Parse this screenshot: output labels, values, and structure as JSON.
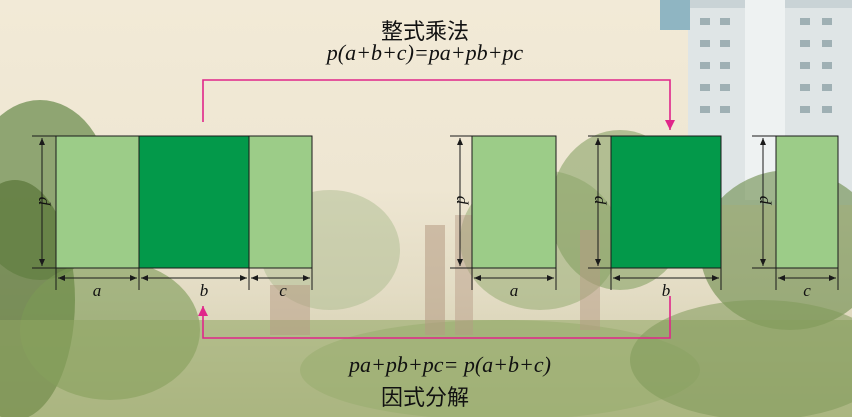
{
  "diagram": {
    "top_title": "整式乘法",
    "top_formula": "p(a+b+c)=pa+pb+pc",
    "bottom_formula": "pa+pb+pc= p(a+b+c)",
    "bottom_title": "因式分解",
    "dims": {
      "p": "p",
      "a": "a",
      "b": "b",
      "c": "c"
    }
  },
  "colors": {
    "light_green": "#9ccc88",
    "dark_green": "#03994a",
    "arrow": "#e0268a",
    "line": "#1a1a1a"
  },
  "icons": [
    "building-background",
    "trees-background"
  ]
}
